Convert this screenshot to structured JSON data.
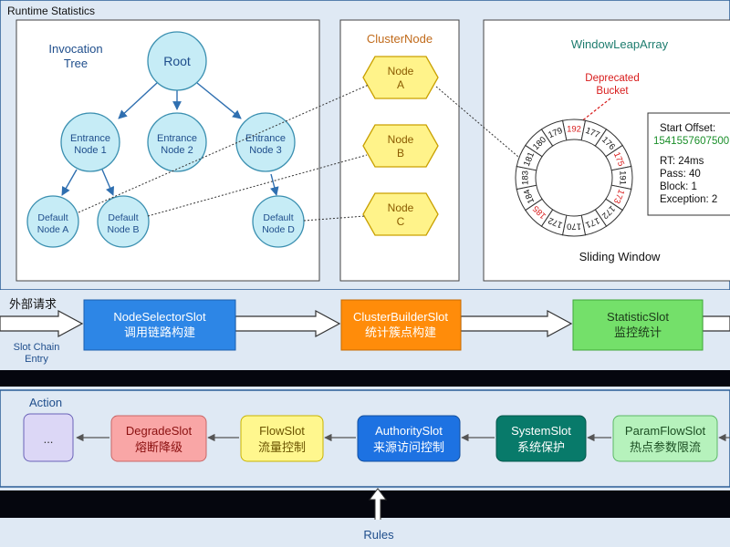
{
  "runtime_panel": {
    "title": "Runtime Statistics"
  },
  "invocation_tree": {
    "title_line1": "Invocation",
    "title_line2": "Tree",
    "root": "Root",
    "entrance_nodes": [
      {
        "line1": "Entrance",
        "line2": "Node 1"
      },
      {
        "line1": "Entrance",
        "line2": "Node 2"
      },
      {
        "line1": "Entrance",
        "line2": "Node 3"
      }
    ],
    "default_nodes": [
      {
        "line1": "Default",
        "line2": "Node A"
      },
      {
        "line1": "Default",
        "line2": "Node B"
      },
      {
        "line1": "Default",
        "line2": "Node D"
      }
    ]
  },
  "cluster_node": {
    "title": "ClusterNode",
    "nodes": [
      {
        "line1": "Node",
        "line2": "A"
      },
      {
        "line1": "Node",
        "line2": "B"
      },
      {
        "line1": "Node",
        "line2": "C"
      }
    ]
  },
  "window_leap_array": {
    "title": "WindowLeapArray",
    "deprecated_line1": "Deprecated",
    "deprecated_line2": "Bucket",
    "caption": "Sliding Window",
    "buckets": [
      {
        "value": "192",
        "red": true
      },
      {
        "value": "177",
        "red": false
      },
      {
        "value": "176",
        "red": false
      },
      {
        "value": "175",
        "red": true
      },
      {
        "value": "191",
        "red": false
      },
      {
        "value": "173",
        "red": true
      },
      {
        "value": "172",
        "red": false
      },
      {
        "value": "171",
        "red": false
      },
      {
        "value": "170",
        "red": false
      },
      {
        "value": "172",
        "red": false
      },
      {
        "value": "185",
        "red": true
      },
      {
        "value": "184",
        "red": false
      },
      {
        "value": "183",
        "red": false
      },
      {
        "value": "181",
        "red": false
      },
      {
        "value": "180",
        "red": false
      },
      {
        "value": "179",
        "red": false
      }
    ],
    "stats": {
      "start_offset_label": "Start Offset:",
      "start_offset_value": "1541557607500",
      "rt": "RT: 24ms",
      "pass": "Pass: 40",
      "block": "Block: 1",
      "exception": "Exception: 2"
    }
  },
  "slot_chain": {
    "external_request": "外部请求",
    "entry_line1": "Slot Chain",
    "entry_line2": "Entry",
    "slots": [
      {
        "name": "NodeSelectorSlot",
        "desc": "调用链路构建"
      },
      {
        "name": "ClusterBuilderSlot",
        "desc": "统计簇点构建"
      },
      {
        "name": "StatisticSlot",
        "desc": "监控统计"
      }
    ]
  },
  "action": {
    "title": "Action",
    "ellipsis": "...",
    "slots": [
      {
        "name": "DegradeSlot",
        "desc": "熔断降级"
      },
      {
        "name": "FlowSlot",
        "desc": "流量控制"
      },
      {
        "name": "AuthoritySlot",
        "desc": "来源访问控制"
      },
      {
        "name": "SystemSlot",
        "desc": "系统保护"
      },
      {
        "name": "ParamFlowSlot",
        "desc": "热点参数限流"
      }
    ]
  },
  "rules": {
    "label": "Rules"
  },
  "colors": {
    "node_fill": "#c6ecf6",
    "node_stroke": "#3a8fb0",
    "hex_fill": "#fff38a",
    "hex_stroke": "#c9a000",
    "node_selector": "#2d86e6",
    "cluster_builder": "#ff8c0a",
    "statistic": "#74e06a",
    "degrade": "#f9a6a6",
    "flow": "#fff78e",
    "authority": "#1d72e2",
    "system": "#087a6a",
    "param_flow": "#b6f2bc",
    "ellipsis_box": "#dcd7f6"
  }
}
